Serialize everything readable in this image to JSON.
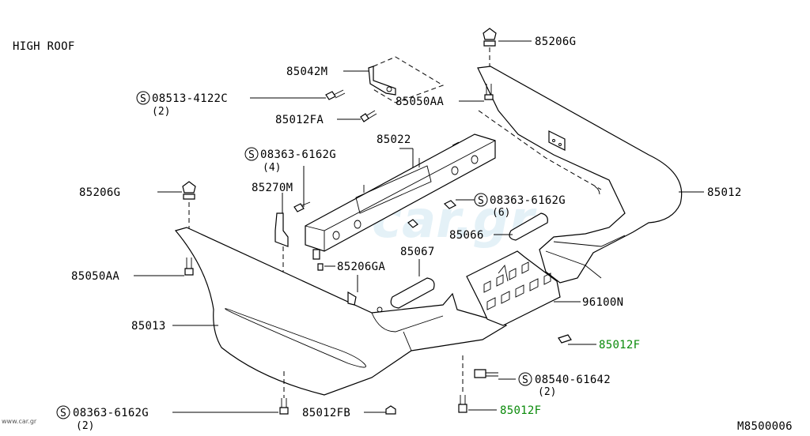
{
  "header": {
    "note": "HIGH ROOF"
  },
  "diagram_id": "M8500006",
  "watermark": {
    "text": "car.gr",
    "footer": "www.car.gr"
  },
  "accent_color": "#0a8a0a",
  "labels": {
    "p85206G_top": "85206G",
    "p85042M": "85042M",
    "p08513": "08513-4122C",
    "p08513_qty": "(2)",
    "p85050AA_top": "85050AA",
    "p85012FA": "85012FA",
    "p08363_a": "08363-6162G",
    "p08363_a_qty": "(4)",
    "p85022": "85022",
    "p85206G_left": "85206G",
    "p85270M": "85270M",
    "p08363_b": "08363-6162G",
    "p08363_b_qty": "(6)",
    "p85012": "85012",
    "p85066": "85066",
    "p85050AA_left": "85050AA",
    "p85206GA": "85206GA",
    "p85067": "85067",
    "p96100N": "96100N",
    "p85013": "85013",
    "p85012F_a": "85012F",
    "p08540": "08540-61642",
    "p08540_qty": "(2)",
    "p08363_c": "08363-6162G",
    "p08363_c_qty": "(2)",
    "p85012FB": "85012FB",
    "p85012F_b": "85012F"
  },
  "symbols": {
    "screw_mark": "S"
  }
}
